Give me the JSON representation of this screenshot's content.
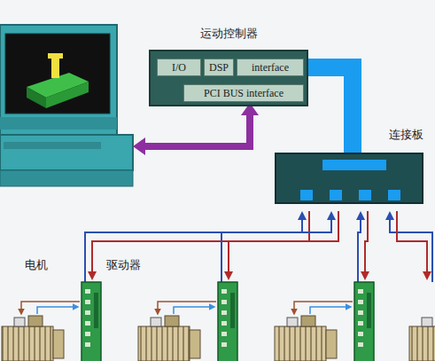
{
  "diagram": {
    "nodes": [
      {
        "text": [
          "运动控制器"
        ]
      },
      {
        "text": [
          "I/O"
        ],
        "in": 0
      },
      {
        "text": [
          "DSP"
        ],
        "in": 0
      },
      {
        "text": [
          "interface"
        ],
        "in": 0
      },
      {
        "text": [
          "PCI BUS interface"
        ],
        "in": 0
      },
      {
        "text": [
          "连接板"
        ]
      }
    ],
    "edges": [
      {
        "from": 3,
        "to": 5,
        "arrow": "none"
      }
    ],
    "labels": [
      "电机",
      "驱动器"
    ]
  }
}
